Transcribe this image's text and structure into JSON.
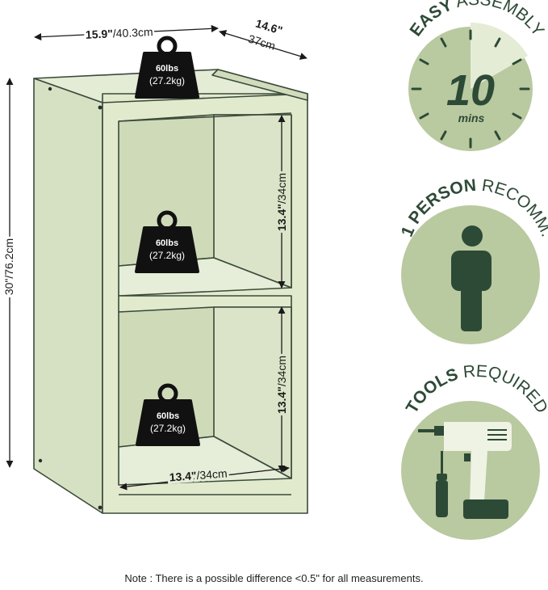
{
  "dimensions": {
    "width_in": "15.9\"",
    "width_cm": "/40.3cm",
    "depth_in": "14.6\"",
    "depth_cm": "37cm",
    "height_label": "30\"/76.2cm",
    "shelf_height_in": "13.4\"",
    "shelf_height_cm": "/34cm",
    "inner_width_in": "13.4\"",
    "inner_width_cm": "/34cm"
  },
  "weight_capacity": {
    "lbs": "60lbs",
    "kg": "(27.2kg)"
  },
  "badges": {
    "assembly": {
      "bold": "EASY",
      "regular": " ASSEMBLY",
      "number": "10",
      "unit": "mins"
    },
    "person": {
      "bold": "1 PERSON",
      "regular": " RECOMM."
    },
    "tools": {
      "bold": "TOOLS",
      "regular": " REQUIRED"
    }
  },
  "note": "Note : There is a possible difference <0.5\" for all measurements.",
  "colors": {
    "cabinet": "#dce6cc",
    "outline": "#3a4a3a",
    "badge_circle": "#b9c9a0",
    "badge_dark": "#2d4a36",
    "weight": "#111111"
  }
}
